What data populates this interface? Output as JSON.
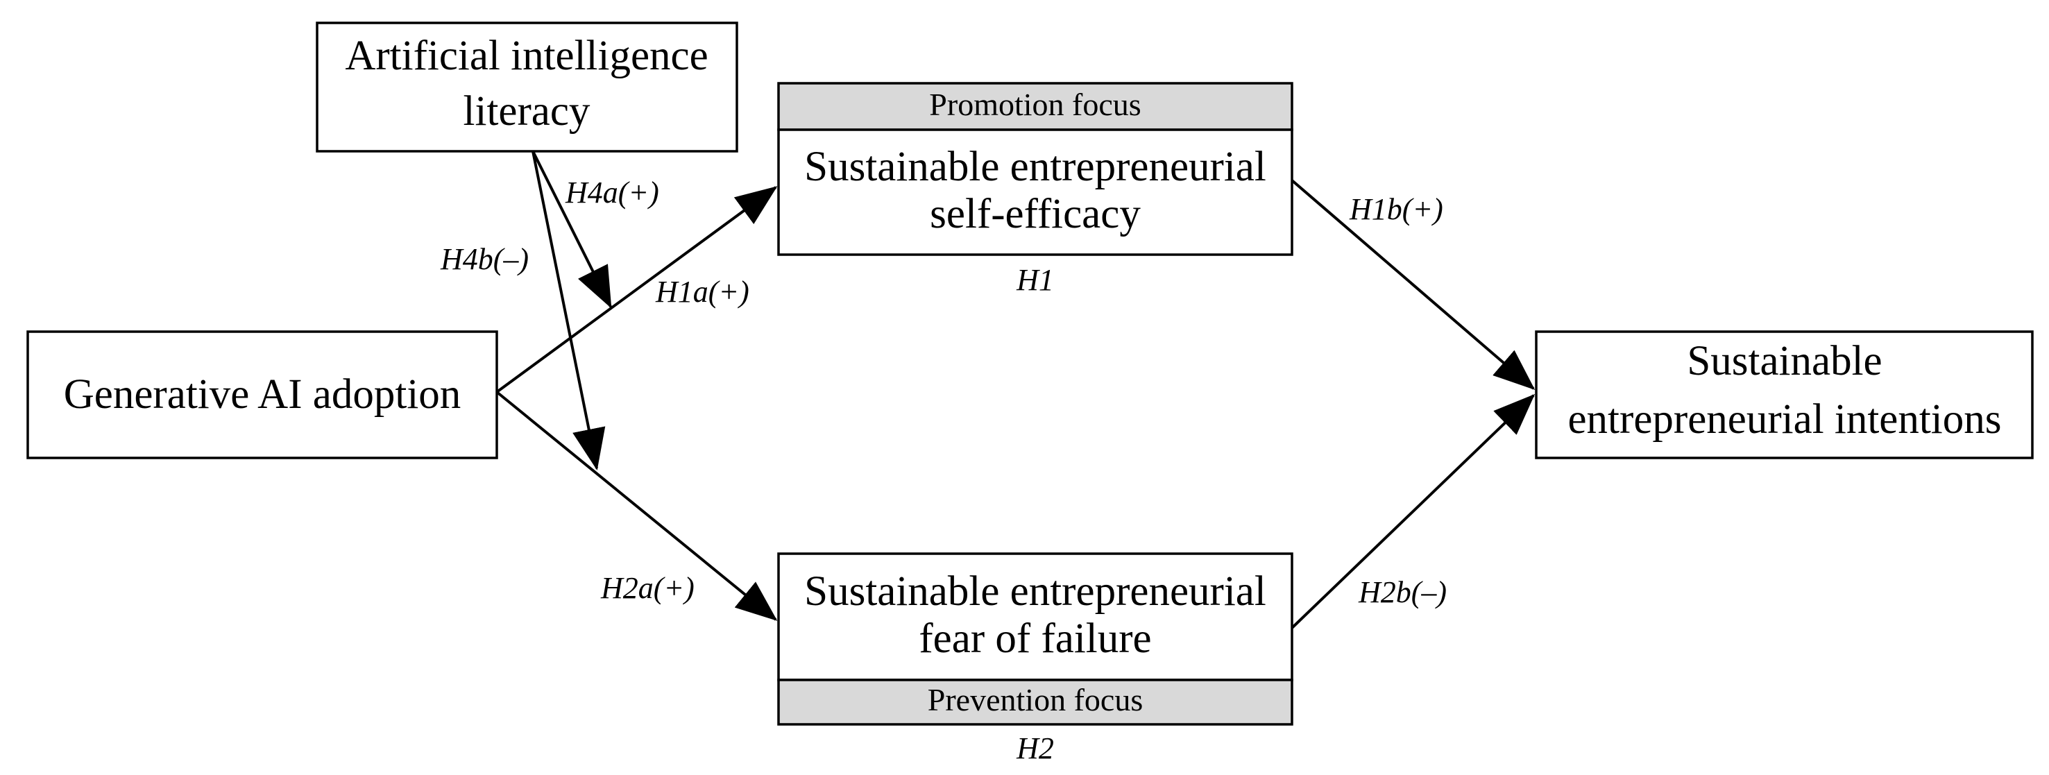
{
  "nodes": {
    "ai_literacy": {
      "line1": "Artificial intelligence",
      "line2": "literacy"
    },
    "genai_adoption": {
      "label": "Generative AI adoption"
    },
    "self_efficacy": {
      "band": "Promotion focus",
      "line1": "Sustainable entrepreneurial",
      "line2": "self-efficacy",
      "caption": "H1"
    },
    "fear_of_failure": {
      "band": "Prevention focus",
      "line1": "Sustainable entrepreneurial",
      "line2": "fear of failure",
      "caption": "H2"
    },
    "intentions": {
      "line1": "Sustainable",
      "line2": "entrepreneurial intentions"
    }
  },
  "paths": {
    "h1a": "H1a(+)",
    "h1b": "H1b(+)",
    "h2a": "H2a(+)",
    "h2b": "H2b(–)",
    "h4a": "H4a(+)",
    "h4b": "H4b(–)"
  }
}
